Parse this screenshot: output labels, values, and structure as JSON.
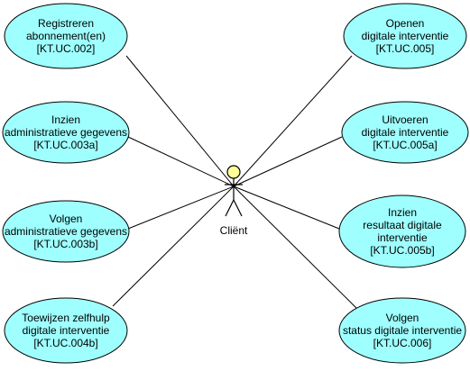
{
  "diagram": {
    "colors": {
      "usecase_fill": "#9fffff",
      "usecase_stroke": "#000000",
      "actor_head_fill": "#ffff99",
      "line": "#000000"
    },
    "actor": {
      "name": "Cliënt"
    },
    "usecases": [
      {
        "id": "uc1",
        "lines": [
          "Registreren",
          "abonnement(en)",
          "[KT.UC.002]"
        ]
      },
      {
        "id": "uc2",
        "lines": [
          "Inzien",
          "administratieve gegevens",
          "[KT.UC.003a]"
        ]
      },
      {
        "id": "uc3",
        "lines": [
          "Volgen",
          "administratieve gegevens",
          "[KT.UC.003b]"
        ]
      },
      {
        "id": "uc4",
        "lines": [
          "Toewijzen zelfhulp",
          "digitale interventie",
          "[KT.UC.004b]"
        ]
      },
      {
        "id": "uc5",
        "lines": [
          "Openen",
          "digitale interventie",
          "[KT.UC.005]"
        ]
      },
      {
        "id": "uc6",
        "lines": [
          "Uitvoeren",
          "digitale interventie",
          "[KT.UC.005a]"
        ]
      },
      {
        "id": "uc7",
        "lines": [
          "Inzien",
          "resultaat digitale",
          "interventie",
          "[KT.UC.005b]"
        ]
      },
      {
        "id": "uc8",
        "lines": [
          "Volgen",
          "status digitale interventie",
          "[KT.UC.006]"
        ]
      }
    ]
  }
}
